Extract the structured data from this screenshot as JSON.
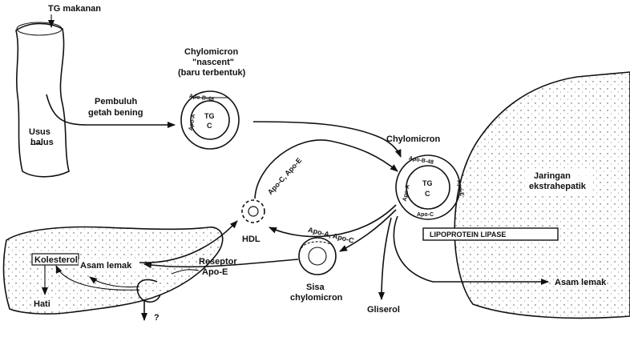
{
  "labels": {
    "tg_makanan": "TG makanan",
    "usus": "Usus",
    "halus": "halus",
    "pembuluh": "Pembuluh",
    "getah_bening": "getah bening",
    "nascent_title": "Chylomicron",
    "nascent_quote": "\"nascent\"",
    "nascent_paren": "(baru terbentuk)",
    "nascent_apo_b48": "Apo-B-48",
    "nascent_apo_a": "Apo-A",
    "nascent_tg": "TG",
    "nascent_c": "C",
    "chylomicron": "Chylomicron",
    "chylo_apo_b48": "Apo-B-48",
    "chylo_apo_a": "Apo-A",
    "chylo_apo_e": "Apo-E",
    "chylo_apo_c": "Apo-C",
    "chylo_tg": "TG",
    "chylo_c": "C",
    "apo_c_apo_e": "Apo-C, Apo-E",
    "hdl": "HDL",
    "apo_a_apo_c": "Apo-A, Apo-C",
    "jaringan": "Jaringan",
    "ekstrahepatik": "ekstrahepatik",
    "lipoprotein_lipase": "LIPOPROTEIN LIPASE",
    "asam_lemak_right": "Asam lemak",
    "gliserol": "Gliserol",
    "sisa": "Sisa",
    "sisa_chylo": "chylomicron",
    "reseptor": "Reseptor",
    "apo_e": "Apo-E",
    "kolesterol": "Kolesterol",
    "asam_lemak_liver": "Asam lemak",
    "hati": "Hati",
    "question": "?"
  }
}
